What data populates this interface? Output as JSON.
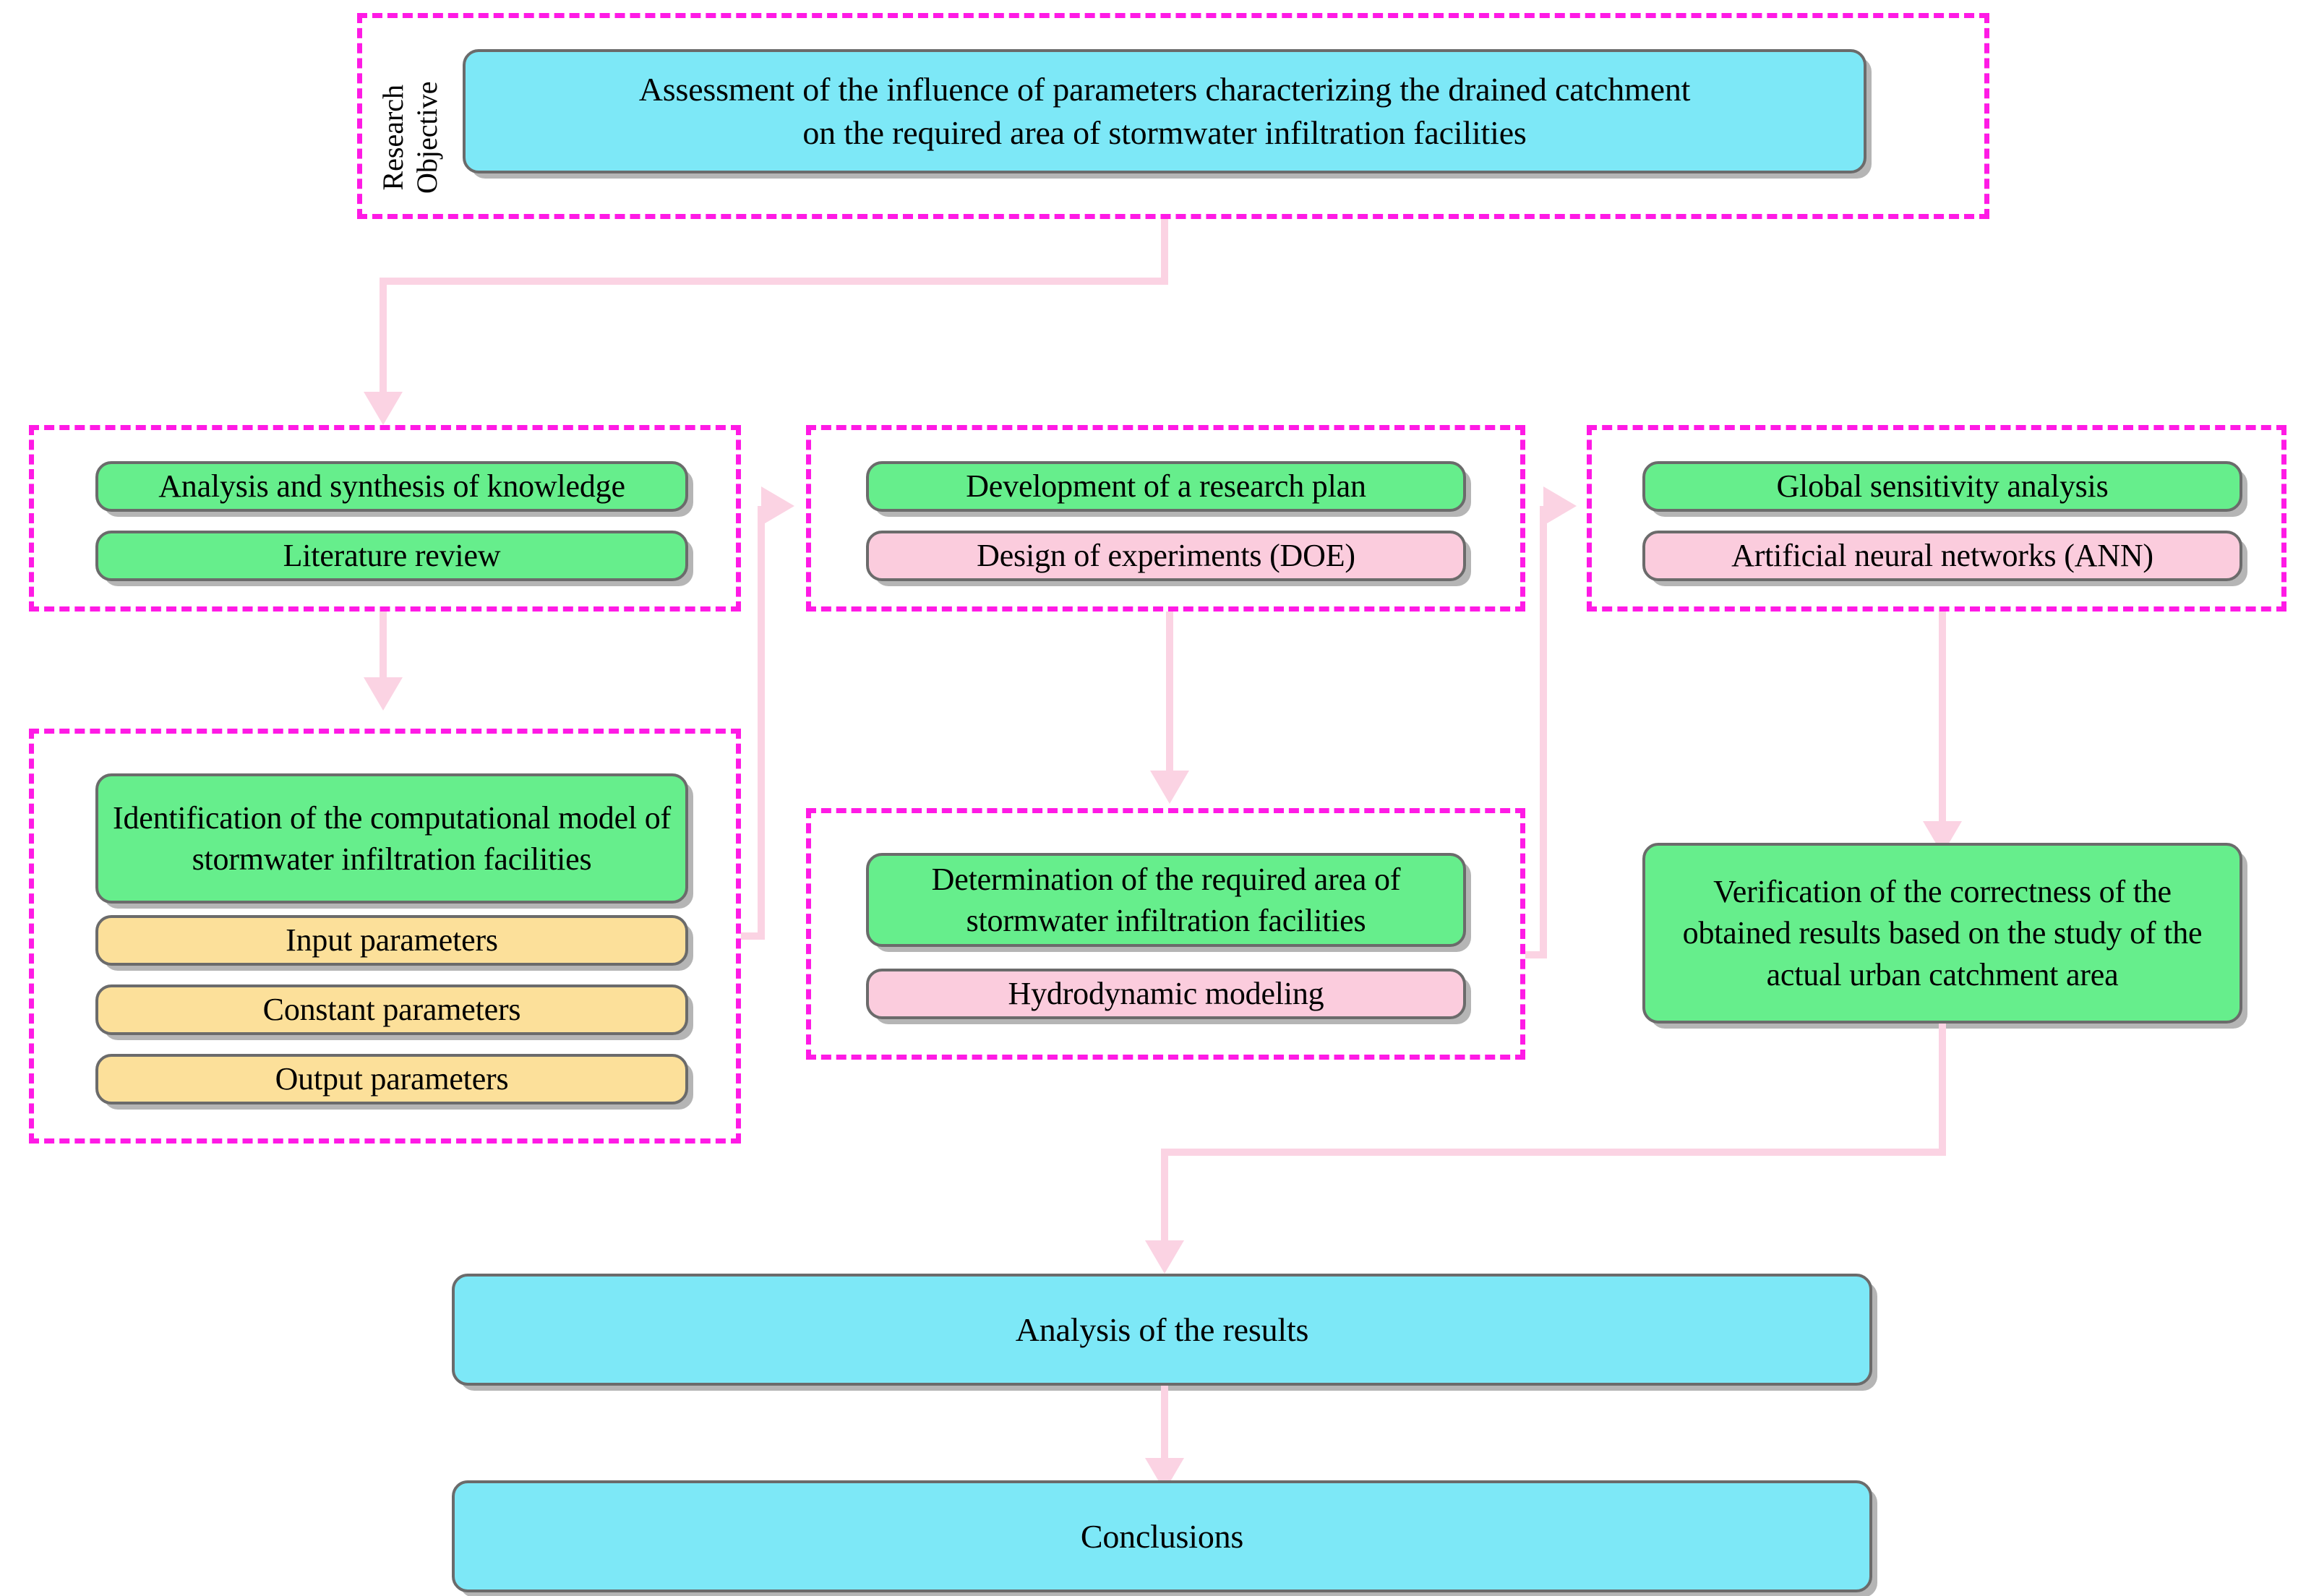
{
  "diagram": {
    "title": "Research methodology flowchart",
    "colors": {
      "objective_fill": "#7de8f7",
      "task_fill": "#66ee8c",
      "parameter_fill": "#fce09a",
      "method_fill": "#fbccdd",
      "group_border": "#ff1ae5",
      "connector": "#fbd3e3",
      "node_border": "#6b6b6b"
    }
  },
  "side_label": {
    "line1": "Research",
    "line2": "Objective"
  },
  "objective": {
    "line1": "Assessment of the influence of parameters characterizing the drained catchment",
    "line2": "on the required area of stormwater infiltration facilities"
  },
  "left_column": {
    "group_top": {
      "boxes": [
        {
          "label": "Analysis and synthesis of knowledge",
          "color": "green"
        },
        {
          "label": "Literature review",
          "color": "green"
        }
      ]
    },
    "group_bottom": {
      "boxes": [
        {
          "label": "Identification of the computational model of stormwater infiltration facilities",
          "color": "green"
        },
        {
          "label": "Input parameters",
          "color": "yellow"
        },
        {
          "label": "Constant parameters",
          "color": "yellow"
        },
        {
          "label": "Output parameters",
          "color": "yellow"
        }
      ]
    }
  },
  "middle_column": {
    "group_top": {
      "boxes": [
        {
          "label": "Development of a research plan",
          "color": "green"
        },
        {
          "label": "Design of experiments (DOE)",
          "color": "pink"
        }
      ]
    },
    "group_bottom": {
      "boxes": [
        {
          "label": "Determination of the required area of stormwater infiltration facilities",
          "color": "green"
        },
        {
          "label": "Hydrodynamic modeling",
          "color": "pink"
        }
      ]
    }
  },
  "right_column": {
    "group_top": {
      "boxes": [
        {
          "label": "Global sensitivity analysis",
          "color": "green"
        },
        {
          "label": "Artificial neural networks (ANN)",
          "color": "pink"
        }
      ]
    },
    "verification": {
      "label": "Verification of the correctness of the obtained results based on the study of the actual urban catchment area",
      "color": "green"
    }
  },
  "footer": {
    "analysis": {
      "label": "Analysis of the results",
      "color": "cyan"
    },
    "conclusions": {
      "label": "Conclusions",
      "color": "cyan"
    }
  }
}
